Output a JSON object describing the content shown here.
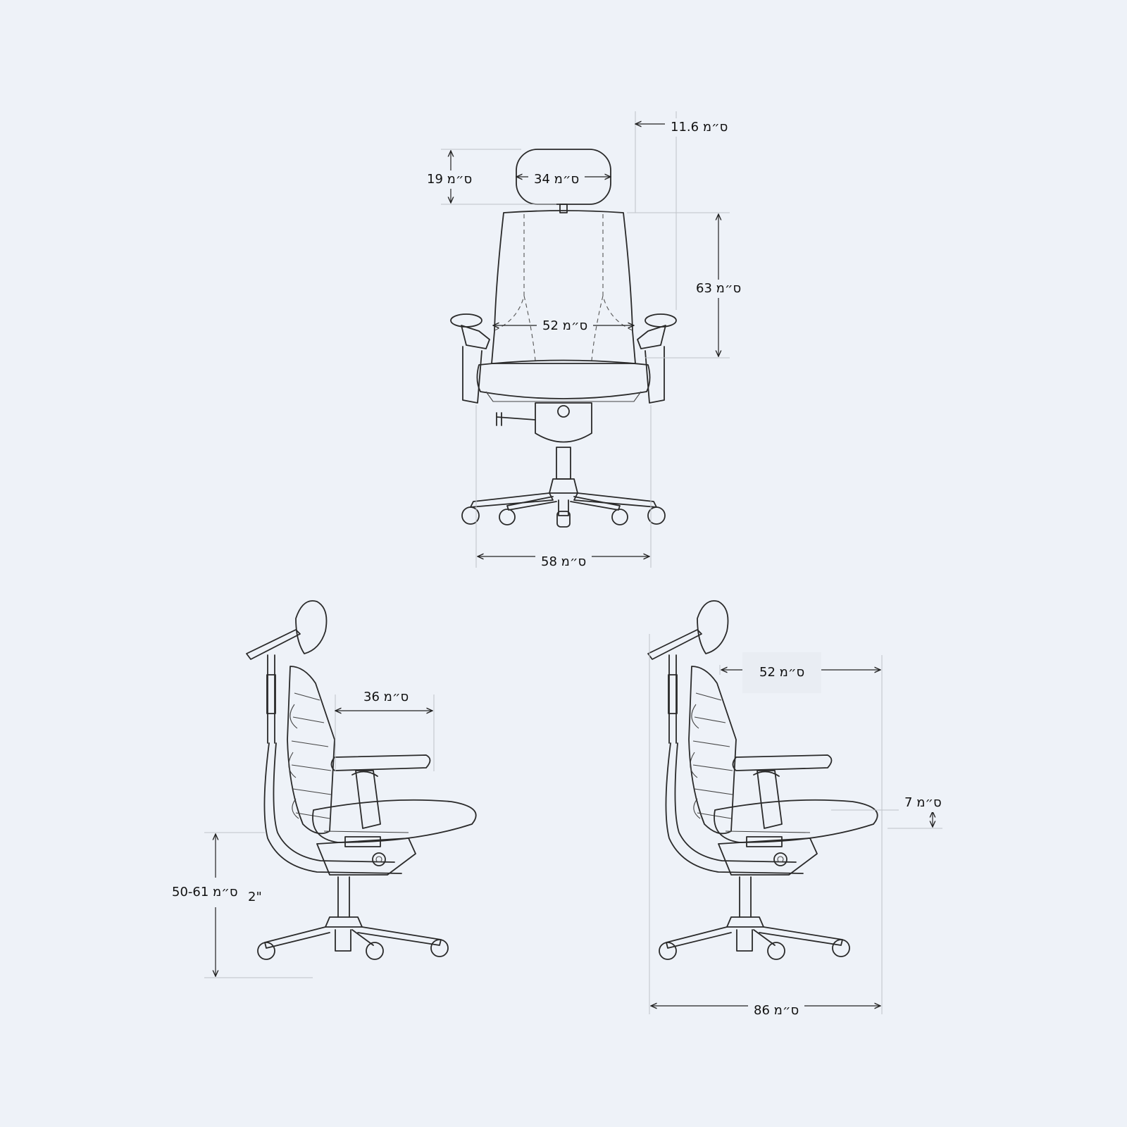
{
  "dimensions": {
    "headrest_offset": "11.6 ס״מ",
    "headrest_height": "19 ס״מ",
    "headrest_width": "34 ס״מ",
    "backrest_height": "63 ס״מ",
    "backrest_width": "52 ס״מ",
    "base_width": "58 ס״מ",
    "armrest_depth": "36 ס״מ",
    "seat_height": "50-61 ס״מ",
    "seat_height_fragment": "2\"",
    "seat_depth": "52 ס״מ",
    "seat_tilt": "7 ס״מ",
    "overall_depth": "86 ס״מ"
  }
}
